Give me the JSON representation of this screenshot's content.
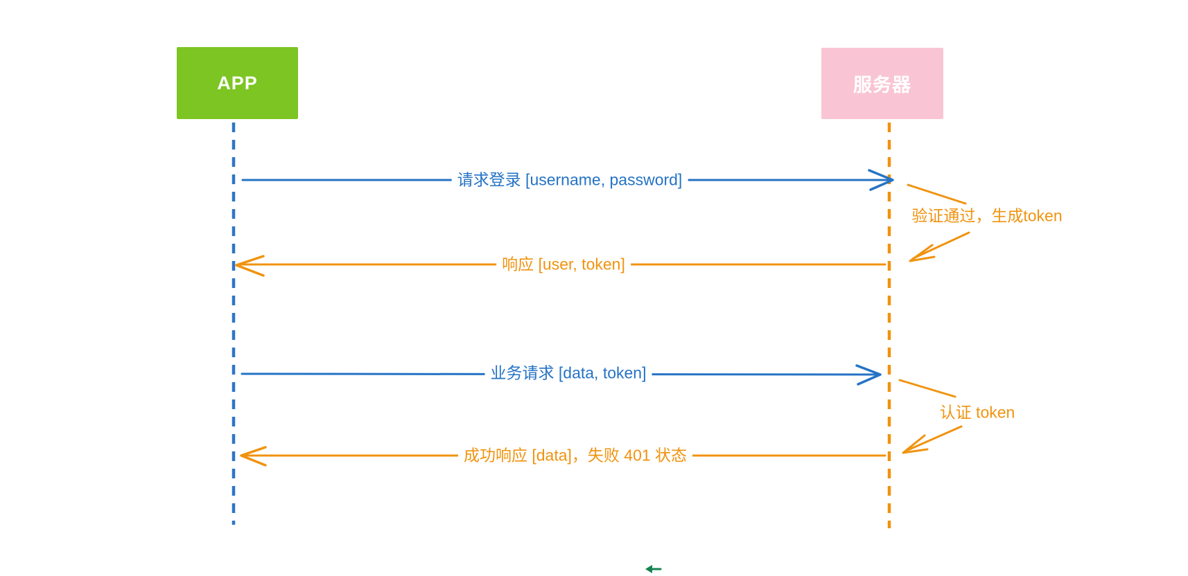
{
  "diagram": {
    "type": "sequence-diagram",
    "background_color": "#ffffff",
    "actors": [
      {
        "id": "app",
        "label": "APP",
        "fill_color": "#7cc522",
        "text_color": "#ffffff",
        "lifeline_color": "#2e75c7",
        "lifeline_style": "dashed"
      },
      {
        "id": "server",
        "label": "服务器",
        "fill_color": "#f9c5d5",
        "text_color": "#ffffff",
        "lifeline_color": "#f0930f",
        "lifeline_style": "dashed"
      }
    ],
    "messages": [
      {
        "index": 1,
        "from": "APP",
        "to": "服务器",
        "label": "请求登录 [username, password]",
        "color": "#2573c5",
        "direction": "right"
      },
      {
        "index": 2,
        "type": "self-note",
        "actor": "服务器",
        "label": "验证通过，生成token",
        "color": "#f0930f",
        "direction": "self"
      },
      {
        "index": 3,
        "from": "服务器",
        "to": "APP",
        "label": "响应 [user, token]",
        "color": "#f0930f",
        "direction": "left"
      },
      {
        "index": 4,
        "from": "APP",
        "to": "服务器",
        "label": "业务请求 [data, token]",
        "color": "#2573c5",
        "direction": "right"
      },
      {
        "index": 5,
        "type": "self-note",
        "actor": "服务器",
        "label": "认证 token",
        "color": "#f0930f",
        "direction": "self"
      },
      {
        "index": 6,
        "from": "服务器",
        "to": "APP",
        "label": "成功响应 [data]，失败 401 状态",
        "color": "#f0930f",
        "direction": "left"
      }
    ],
    "cursor": {
      "icon": "left-arrow-icon",
      "color": "#15834f"
    }
  }
}
